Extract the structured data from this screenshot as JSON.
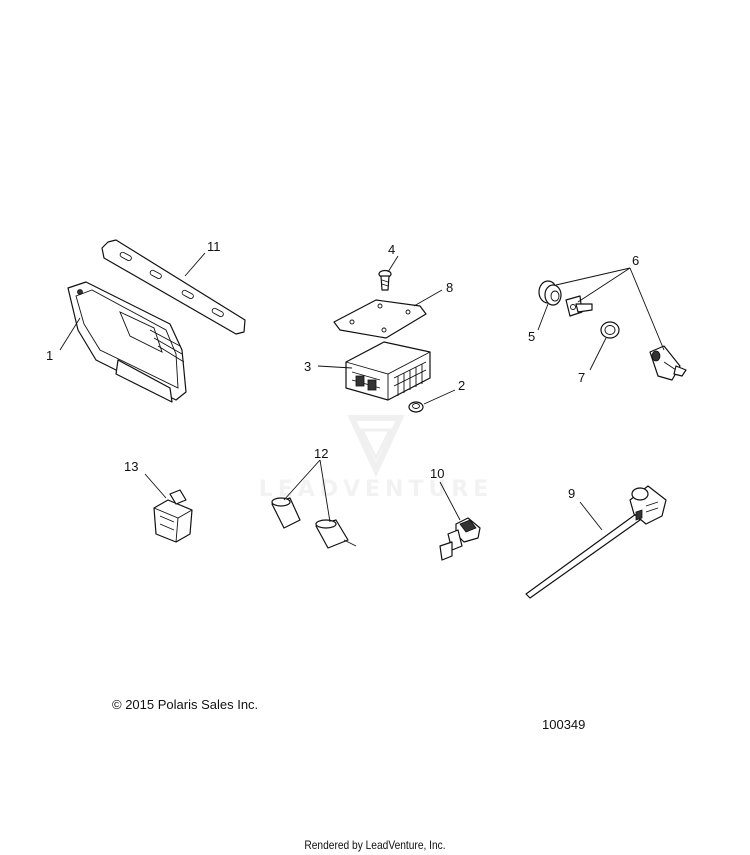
{
  "callouts": {
    "c1": "1",
    "c2": "2",
    "c3": "3",
    "c4": "4",
    "c5": "5",
    "c6": "6",
    "c7": "7",
    "c8": "8",
    "c9": "9",
    "c10": "10",
    "c11": "11",
    "c12": "12",
    "c13": "13"
  },
  "copyright": "© 2015 Polaris Sales Inc.",
  "diagram_id": "100349",
  "watermark": "LEADVENTURE",
  "footer": "Rendered by LeadVenture, Inc."
}
